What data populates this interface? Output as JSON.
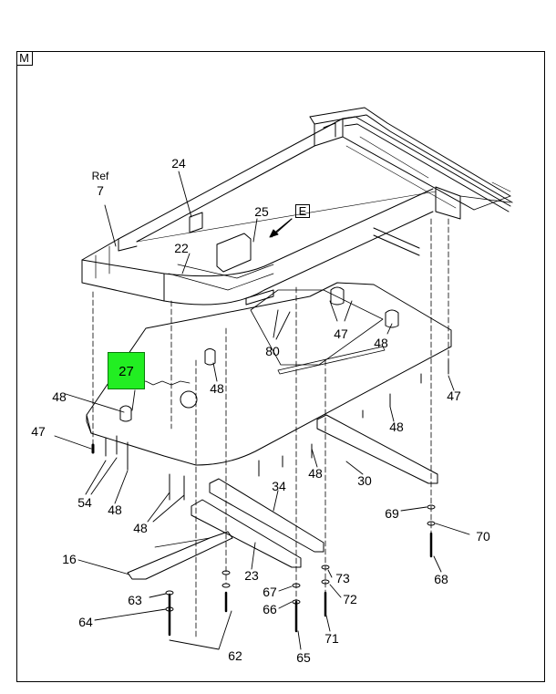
{
  "view_label": "M",
  "detail_ref": "E",
  "highlighted_callout": "27",
  "ref_text": "Ref",
  "callouts": {
    "ref7": "7",
    "c24": "24",
    "c25": "25",
    "c22": "22",
    "c47a": "47",
    "c48a": "48",
    "c80": "80",
    "c48b": "48",
    "c47b": "47",
    "c48c": "48",
    "c48d": "48",
    "c47c": "47",
    "c48e": "48",
    "c30": "30",
    "c34": "34",
    "c54": "54",
    "c48f": "48",
    "c48g": "48",
    "c69": "69",
    "c70": "70",
    "c16": "16",
    "c23": "23",
    "c73": "73",
    "c68": "68",
    "c67": "67",
    "c72": "72",
    "c63": "63",
    "c66": "66",
    "c64": "64",
    "c71": "71",
    "c62": "62",
    "c65": "65"
  },
  "colors": {
    "line": "#000000",
    "highlight": "#22ee22"
  }
}
